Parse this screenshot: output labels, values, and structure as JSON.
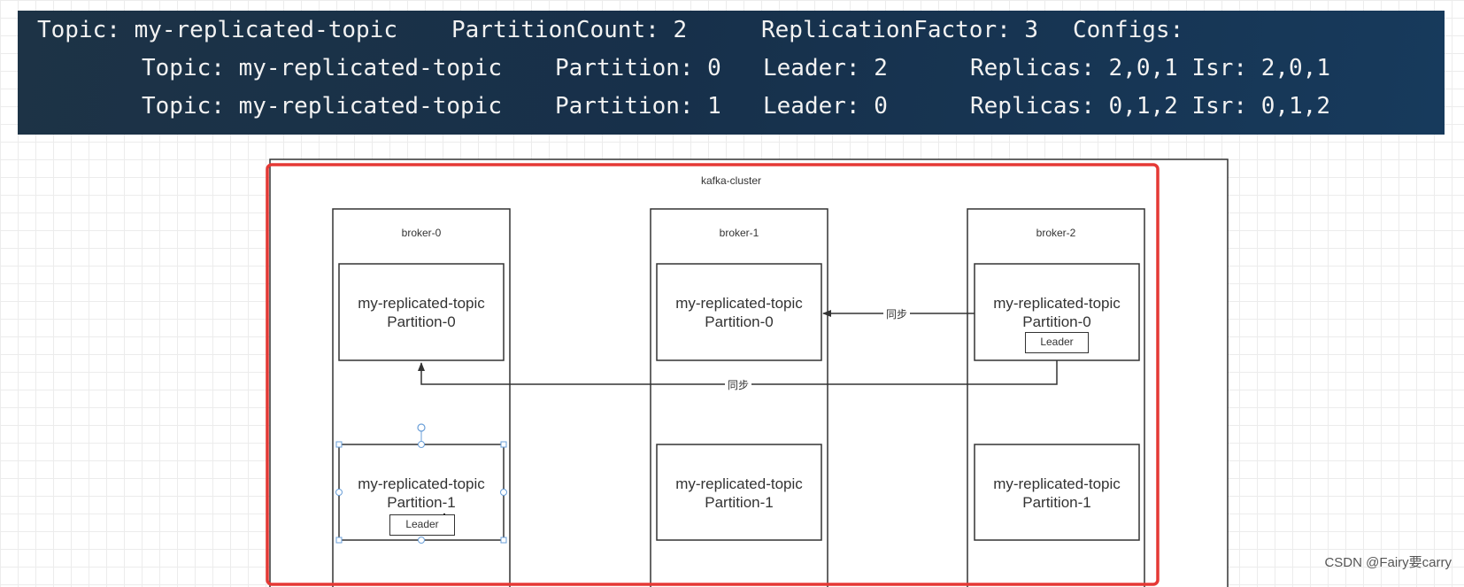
{
  "terminal": {
    "line0": {
      "topic": "Topic: my-replicated-topic",
      "partition_count": "PartitionCount: 2",
      "replication_factor": "ReplicationFactor: 3",
      "configs": "Configs:"
    },
    "partitions": [
      {
        "topic": "Topic: my-replicated-topic",
        "partition": "Partition: 0",
        "leader": "Leader: 2",
        "replicas_isr": "Replicas: 2,0,1 Isr: 2,0,1"
      },
      {
        "topic": "Topic: my-replicated-topic",
        "partition": "Partition: 1",
        "leader": "Leader: 0",
        "replicas_isr": "Replicas: 0,1,2 Isr: 0,1,2"
      }
    ]
  },
  "diagram": {
    "cluster_label": "kafka-cluster",
    "brokers": [
      {
        "label": "broker-0",
        "p0": {
          "topic": "my-replicated-topic",
          "partition": "Partition-0"
        },
        "p1": {
          "topic": "my-replicated-topic",
          "partition": "Partition-1",
          "leader": "Leader"
        }
      },
      {
        "label": "broker-1",
        "p0": {
          "topic": "my-replicated-topic",
          "partition": "Partition-0"
        },
        "p1": {
          "topic": "my-replicated-topic",
          "partition": "Partition-1"
        }
      },
      {
        "label": "broker-2",
        "p0": {
          "topic": "my-replicated-topic",
          "partition": "Partition-0",
          "leader": "Leader"
        },
        "p1": {
          "topic": "my-replicated-topic",
          "partition": "Partition-1"
        }
      }
    ],
    "sync_label_1": "同步",
    "sync_label_2": "同步",
    "highlight_color": "#e53935"
  },
  "watermark": "CSDN @Fairy要carry"
}
